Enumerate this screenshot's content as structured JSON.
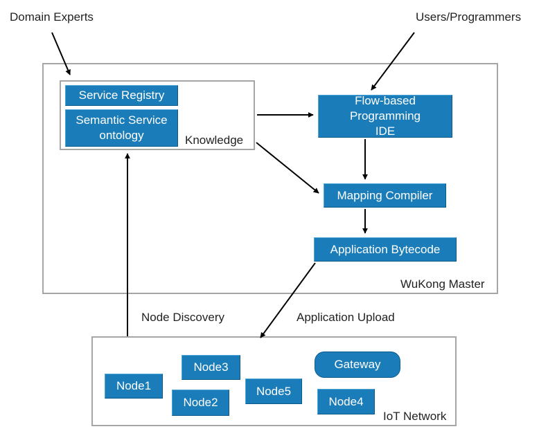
{
  "colors": {
    "box_fill": "#1a7cb8",
    "frame_border": "#a5a5a5",
    "arrow": "#000000"
  },
  "external_labels": {
    "domain_experts": "Domain Experts",
    "users_programmers": "Users/Programmers",
    "node_discovery": "Node Discovery",
    "application_upload": "Application Upload"
  },
  "wukong_master": {
    "title": "WuKong Master",
    "knowledge": {
      "title": "Knowledge",
      "service_registry": "Service Registry",
      "semantic_service_ontology": "Semantic Service ontology"
    },
    "flow_ide": "Flow-based Programming IDE",
    "mapping_compiler": "Mapping Compiler",
    "application_bytecode": "Application Bytecode"
  },
  "iot_network": {
    "title": "IoT Network",
    "gateway": "Gateway",
    "nodes": {
      "node1": "Node1",
      "node2": "Node2",
      "node3": "Node3",
      "node4": "Node4",
      "node5": "Node5"
    }
  }
}
